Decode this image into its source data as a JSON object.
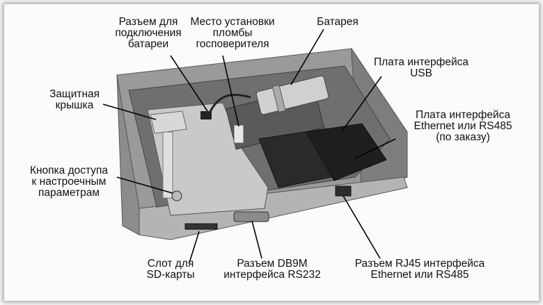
{
  "labels": {
    "battery_connector": [
      "Разъем для",
      "подключения",
      "батареи"
    ],
    "seal_location": [
      "Место установки",
      "пломбы",
      "госповерителя"
    ],
    "battery": [
      "Батарея"
    ],
    "usb_board": [
      "Плата интерфейса",
      "USB"
    ],
    "protective_cover": [
      "Защитная",
      "крышка"
    ],
    "ethernet_rs485_board": [
      "Плата интерфейса",
      "Ethernet или RS485",
      "(по заказу)"
    ],
    "settings_button": [
      "Кнопка доступа",
      "к настроечным",
      "параметрам"
    ],
    "sd_slot": [
      "Слот для",
      "SD-карты"
    ],
    "db9m_connector": [
      "Разъем DB9M",
      "интерфейса RS232"
    ],
    "rj45_connector": [
      "Разъем RJ45 интерфейса",
      "Ethernet или RS485"
    ]
  }
}
